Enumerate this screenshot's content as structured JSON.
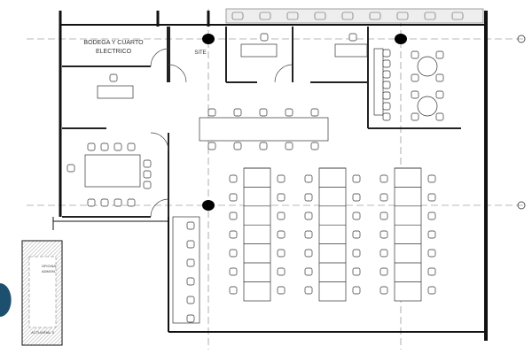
{
  "rooms": {
    "storage": [
      "BODEGA Y CUARTO",
      "ELECTRICO"
    ],
    "site": "SITE",
    "office": [
      "OFICINA",
      "ADMON."
    ],
    "lower_left": "ACTUARIAL 3"
  },
  "colors": {
    "wall": "#111111",
    "line": "#444444",
    "hatch": "#bbbbbb",
    "accent": "#1d4f6e"
  }
}
